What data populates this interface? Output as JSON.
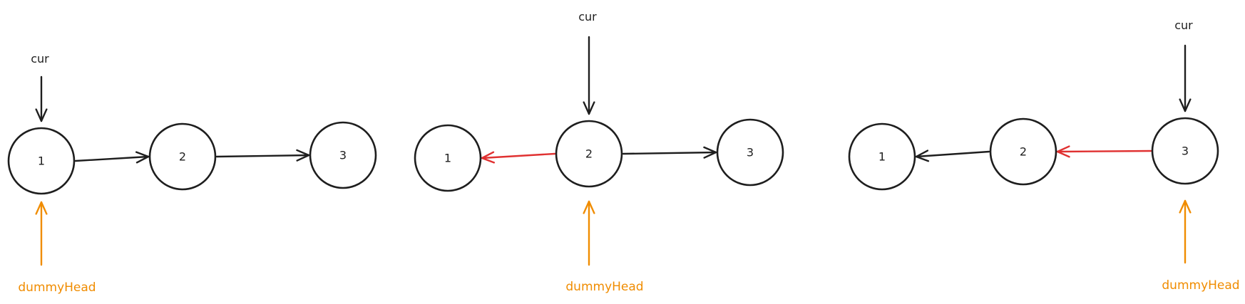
{
  "labels": {
    "cur": "cur",
    "dummy_head": "dummyHead"
  },
  "colors": {
    "ink": "#1e1e1e",
    "reversed_link": "#e03131",
    "dummy_head": "#f08c00"
  },
  "panels": [
    {
      "id": "panel-1",
      "nodes": [
        "1",
        "2",
        "3"
      ],
      "links": [
        {
          "from": "1",
          "to": "2",
          "reversed": false
        },
        {
          "from": "2",
          "to": "3",
          "reversed": false
        }
      ],
      "cur_at": "1",
      "dummy_head_at": "1"
    },
    {
      "id": "panel-2",
      "nodes": [
        "1",
        "2",
        "3"
      ],
      "links": [
        {
          "from": "2",
          "to": "1",
          "reversed": true
        },
        {
          "from": "2",
          "to": "3",
          "reversed": false
        }
      ],
      "cur_at": "2",
      "dummy_head_at": "2"
    },
    {
      "id": "panel-3",
      "nodes": [
        "1",
        "2",
        "3"
      ],
      "links": [
        {
          "from": "2",
          "to": "1",
          "reversed": false
        },
        {
          "from": "3",
          "to": "2",
          "reversed": true
        }
      ],
      "cur_at": "3",
      "dummy_head_at": "3"
    }
  ]
}
